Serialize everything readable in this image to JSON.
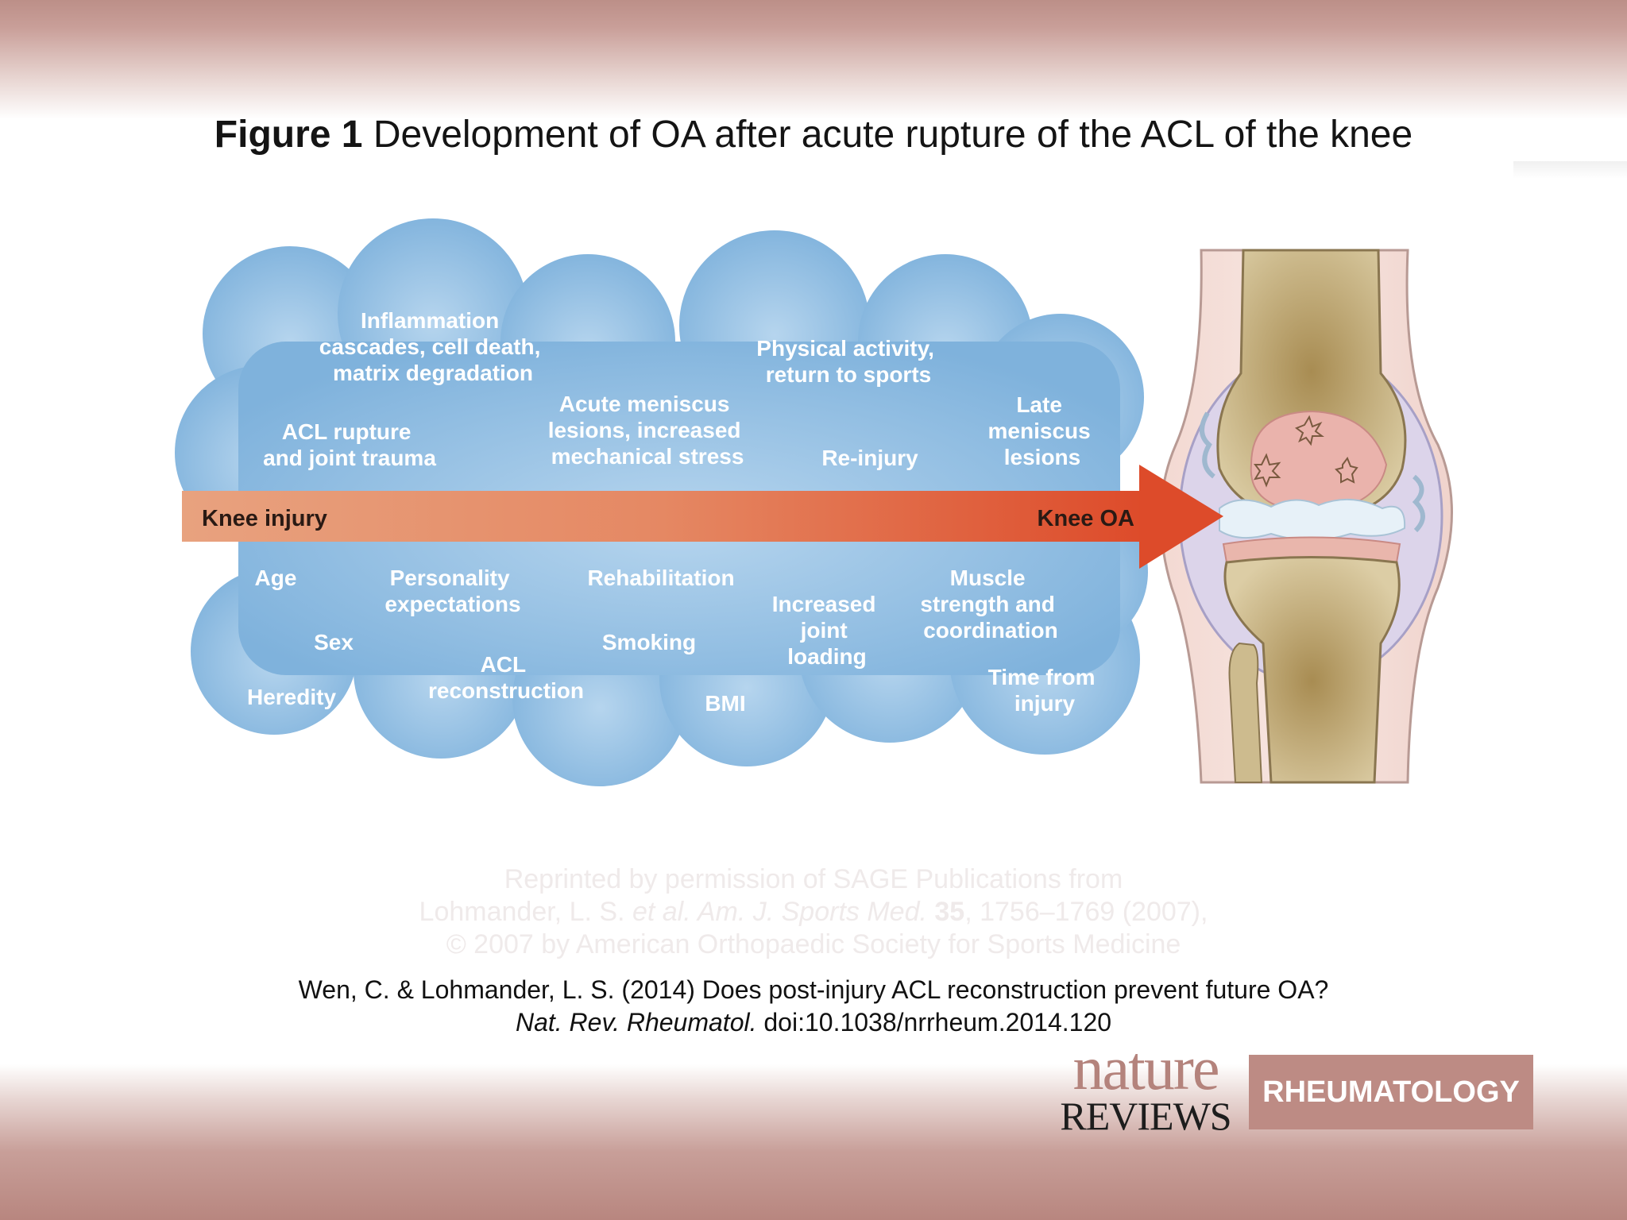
{
  "title": {
    "bold": "Figure 1",
    "rest": " Development of OA after acute rupture of the ACL of the knee"
  },
  "arrow": {
    "start_label": "Knee injury",
    "end_label": "Knee OA"
  },
  "cloud_top": [
    [
      "Inflammation",
      "cascades, cell death,",
      "matrix degradation"
    ],
    [
      "ACL rupture",
      "and joint trauma"
    ],
    [
      "Acute meniscus",
      "lesions, increased",
      "mechanical stress"
    ],
    [
      "Physical activity,",
      "return to sports"
    ],
    [
      "Re-injury"
    ],
    [
      "Late",
      "meniscus",
      "lesions"
    ]
  ],
  "cloud_bottom": [
    [
      "Age"
    ],
    [
      "Sex"
    ],
    [
      "Heredity"
    ],
    [
      "Personality",
      "expectations"
    ],
    [
      "ACL",
      "reconstruction"
    ],
    [
      "Rehabilitation"
    ],
    [
      "Smoking"
    ],
    [
      "BMI"
    ],
    [
      "Increased",
      "joint",
      "loading"
    ],
    [
      "Muscle",
      "strength and",
      "coordination"
    ],
    [
      "Time from",
      "injury"
    ]
  ],
  "permission": {
    "line1": "Reprinted by permission of SAGE Publications from",
    "line2_a": "Lohmander, L. S.  ",
    "line2_b": "et al. Am. J. Sports Med.",
    "line2_c": " 35",
    "line2_d": ", 1756–1769 (2007),",
    "line3": "© 2007 by American Orthopaedic Society for Sports Medicine"
  },
  "citation": {
    "line1": "Wen, C. & Lohmander, L. S. (2014) Does post-injury ACL reconstruction prevent future OA?",
    "journal": "Nat. Rev. Rheumatol.",
    "doi": " doi:10.1038/nrrheum.2014.120"
  },
  "logo": {
    "nature": "nature",
    "reviews": "REVIEWS",
    "rheumatology": "RHEUMATOLOGY"
  },
  "colors": {
    "cloud": "#8fbde2",
    "arrow_start": "#e8a27f",
    "arrow_end": "#dd4b2a",
    "logo_box": "#bd8b84"
  }
}
